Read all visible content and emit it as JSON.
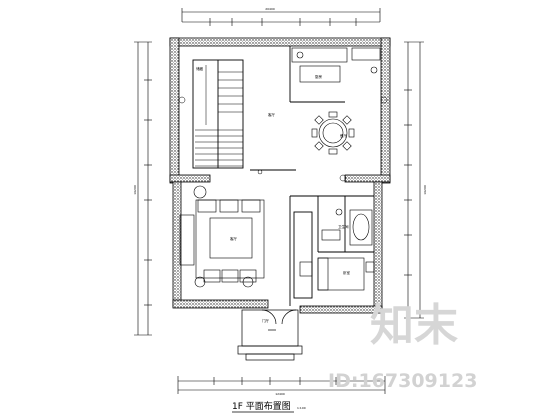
{
  "plan": {
    "top_dimension": "20400",
    "bottom_dimension": "12400",
    "left_dimension": "16200",
    "right_dimension": "16200",
    "rooms": {
      "kitchen": "厨房",
      "hall": "客厅",
      "dining": "餐厅",
      "living": "客厅",
      "bathroom": "卫生间",
      "bedroom": "卧室",
      "entry": "门厅",
      "storage": "储藏"
    }
  },
  "title": "1F 平面布置图",
  "scale": "1:100",
  "watermark": {
    "logo_text": "知末",
    "id_text": "ID:167309123"
  }
}
